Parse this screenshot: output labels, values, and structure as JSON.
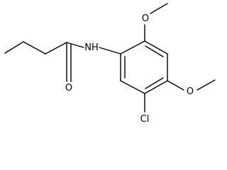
{
  "molecule": {
    "atoms": {
      "nh": "NH",
      "o_carbonyl": "O",
      "o_methoxy_top": "O",
      "o_methoxy_right": "O",
      "cl": "Cl"
    }
  },
  "colors": {
    "bond": "#000000",
    "text": "#000000",
    "background": "#ffffff"
  }
}
